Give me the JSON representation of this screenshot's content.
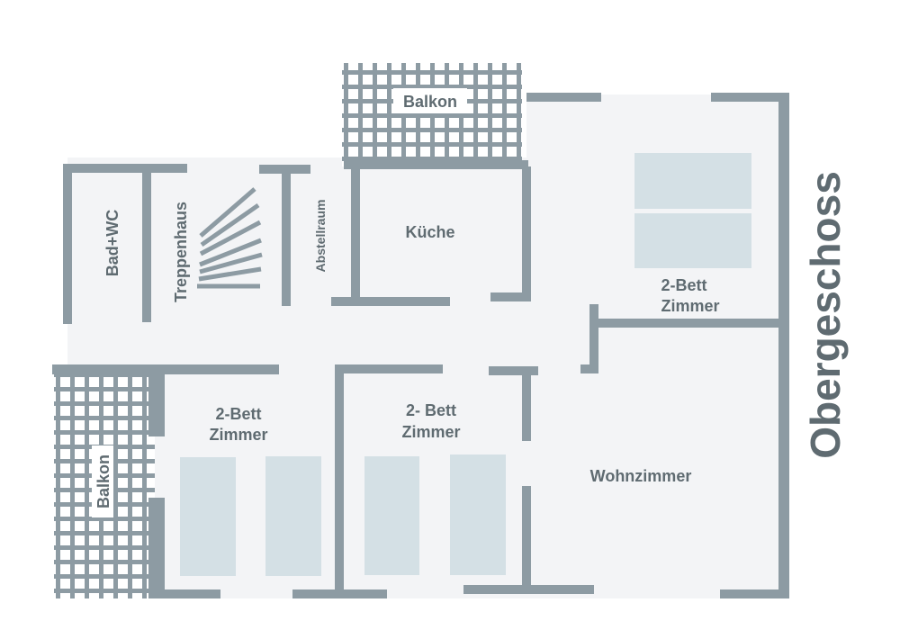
{
  "title": "Obergeschoss",
  "rooms": {
    "balkon_top": "Balkon",
    "bad_wc": "Bad+WC",
    "treppenhaus": "Treppenhaus",
    "abstellraum": "Abstellraum",
    "kueche": "Küche",
    "bedroom_upper_1": "2-Bett",
    "bedroom_upper_2": "Zimmer",
    "bedroom_left_1": "2-Bett",
    "bedroom_left_2": "Zimmer",
    "bedroom_mid_1": "2- Bett",
    "bedroom_mid_2": "Zimmer",
    "wohnzimmer": "Wohnzimmer",
    "balkon_left": "Balkon"
  },
  "colors": {
    "wall": "#8d9ba3",
    "floor": "#f3f4f6",
    "bed": "#d4e0e5",
    "text": "#5f6b71"
  }
}
